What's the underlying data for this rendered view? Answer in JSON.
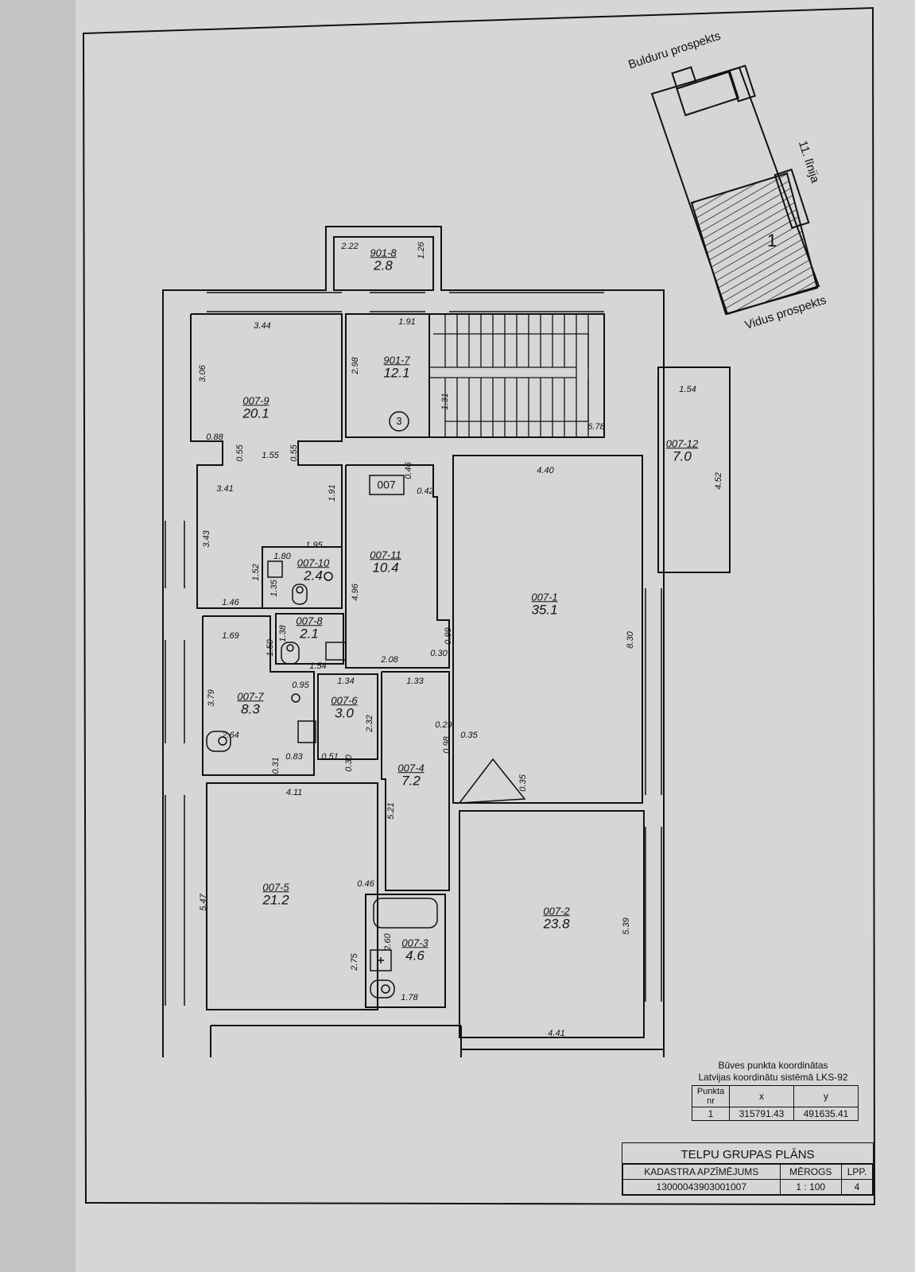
{
  "location_map": {
    "street_top": "Bulduru prospekts",
    "street_right": "11. līnija",
    "street_bottom": "Vidus prospekts",
    "building_number": "1"
  },
  "rooms": [
    {
      "code": "901-8",
      "area": "2.8"
    },
    {
      "code": "901-7",
      "area": "12.1"
    },
    {
      "code": "007-9",
      "area": "20.1"
    },
    {
      "code": "007-10",
      "area": "2.4"
    },
    {
      "code": "007-11",
      "area": "10.4"
    },
    {
      "code": "007-8",
      "area": "2.1"
    },
    {
      "code": "007-7",
      "area": "8.3"
    },
    {
      "code": "007-6",
      "area": "3.0"
    },
    {
      "code": "007-4",
      "area": "7.2"
    },
    {
      "code": "007-5",
      "area": "21.2"
    },
    {
      "code": "007-3",
      "area": "4.6"
    },
    {
      "code": "007-1",
      "area": "35.1"
    },
    {
      "code": "007-2",
      "area": "23.8"
    },
    {
      "code": "007-12",
      "area": "7.0"
    }
  ],
  "group_tag": "007",
  "stair_marker": "3",
  "dimensions": [
    "2.22",
    "1.26",
    "3.44",
    "3.06",
    "2.98",
    "1.91",
    "1.31",
    "6.78",
    "0.88",
    "0.55",
    "1.55",
    "0.55",
    "1.91",
    "0.46",
    "0.42",
    "3.41",
    "3.43",
    "1.95",
    "1.80",
    "1.52",
    "1.35",
    "1.46",
    "4.96",
    "1.69",
    "1.50",
    "1.38",
    "1.54",
    "0.99",
    "0.30",
    "2.08",
    "1.33",
    "1.34",
    "0.95",
    "3.79",
    "2.64",
    "2.32",
    "0.29",
    "0.98",
    "0.35",
    "0.35",
    "0.31",
    "0.83",
    "0.51",
    "0.30",
    "4.11",
    "5.21",
    "0.46",
    "5.47",
    "2.75",
    "2.60",
    "1.78",
    "4.40",
    "8.30",
    "4.52",
    "1.54",
    "5.39",
    "4.41"
  ],
  "coordinates": {
    "title_line1": "Būves punkta koordinātas",
    "title_line2": "Latvijas koordinātu sistēmā LKS-92",
    "headers": [
      "Punkta nr",
      "x",
      "y"
    ],
    "row": [
      "1",
      "315791.43",
      "491635.41"
    ]
  },
  "title_block": {
    "title": "TELPU GRUPAS PLĀNS",
    "headers": [
      "KADASTRA APZĪMĒJUMS",
      "MĒROGS",
      "LPP."
    ],
    "values": [
      "13000043903001007",
      "1 : 100",
      "4"
    ]
  }
}
